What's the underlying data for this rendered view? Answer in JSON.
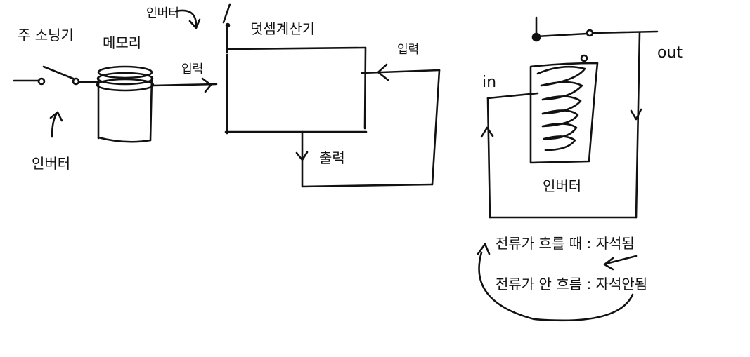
{
  "labels": {
    "main_power_supply": "주 소닝기",
    "memory": "메모리",
    "inverter_top": "인버터",
    "inverter_left": "인버터",
    "adder": "덧셈계산기",
    "input_left": "입력",
    "input_right": "입력",
    "output": "출력",
    "in": "in",
    "out": "out",
    "inverter_right": "인버터",
    "current_flows": "전류가 흐를 때 : 자석됨",
    "current_not_flows": "전류가 안 흐름 : 자석안됨"
  },
  "colors": {
    "ink": "#111111",
    "paper": "#ffffff"
  }
}
